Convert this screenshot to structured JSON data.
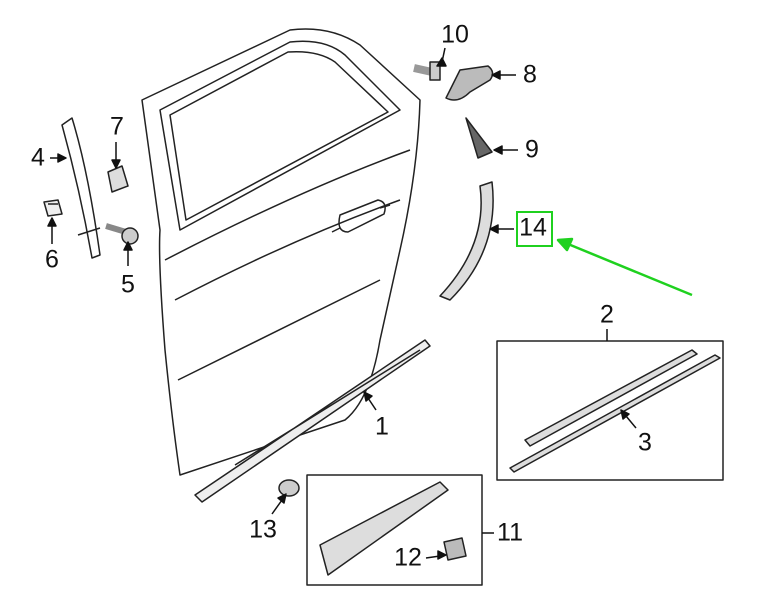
{
  "highlight_color": "#1fd11f",
  "highlighted_part": "14",
  "callouts": [
    {
      "id": "c1",
      "label": "1"
    },
    {
      "id": "c2",
      "label": "2"
    },
    {
      "id": "c3",
      "label": "3"
    },
    {
      "id": "c4",
      "label": "4"
    },
    {
      "id": "c5",
      "label": "5"
    },
    {
      "id": "c6",
      "label": "6"
    },
    {
      "id": "c7",
      "label": "7"
    },
    {
      "id": "c8",
      "label": "8"
    },
    {
      "id": "c9",
      "label": "9"
    },
    {
      "id": "c10",
      "label": "10"
    },
    {
      "id": "c11",
      "label": "11"
    },
    {
      "id": "c12",
      "label": "12"
    },
    {
      "id": "c13",
      "label": "13"
    },
    {
      "id": "c14",
      "label": "14"
    }
  ]
}
